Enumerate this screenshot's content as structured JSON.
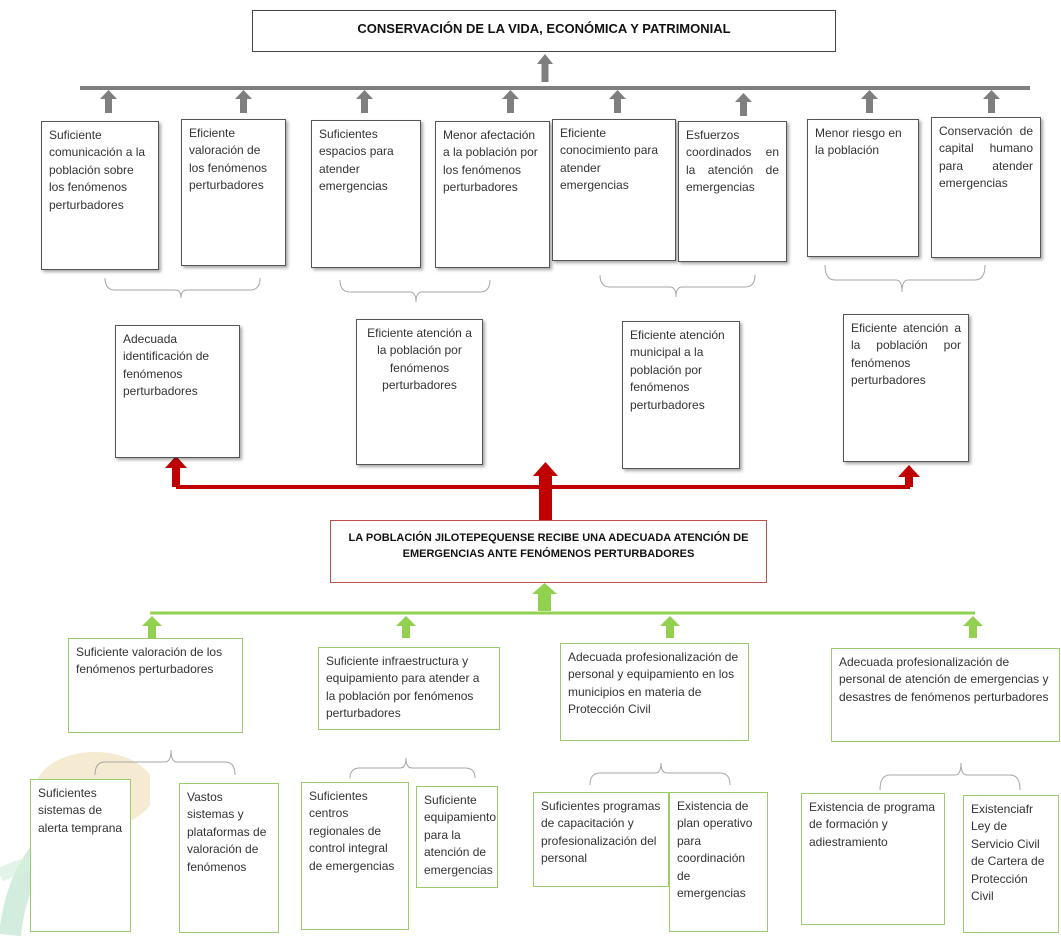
{
  "title": "CONSERVACIÓN DE LA VIDA, ECONÓMICA Y PATRIMONIAL",
  "effects": [
    "Suficiente comunicación a la población sobre los fenómenos perturbadores",
    "Eficiente valoración de los fenómenos perturbadores",
    "Suficientes espacios para atender emergencias",
    "Menor afectación a la población por los fenómenos perturbadores",
    "Eficiente conocimiento para atender emergencias",
    "Esfuerzos coordinados en la atención de emergencias",
    "Menor riesgo en la población",
    "Conservación de capital humano para atender emergencias"
  ],
  "mid_effects": [
    "Adecuada identificación de fenómenos perturbadores",
    "Eficiente atención a la población por fenómenos perturbadores",
    "Eficiente atención municipal a la población por fenómenos perturbadores",
    "Eficiente atención a la población por fenómenos perturbadores"
  ],
  "objective": "LA POBLACIÓN JILOTEPEQUENSE RECIBE UNA ADECUADA ATENCIÓN DE EMERGENCIAS ANTE FENÓMENOS PERTURBADORES",
  "components": [
    "Suficiente valoración de los fenómenos perturbadores",
    "Suficiente infraestructura y equipamiento para atender a la población por fenómenos perturbadores",
    "Adecuada profesionalización de personal y equipamiento en los municipios en materia de Protección Civil",
    "Adecuada profesionalización de personal de atención de emergencias y desastres de fenómenos perturbadores"
  ],
  "activities": [
    "Suficientes sistemas de alerta temprana",
    "Vastos sistemas y plataformas de valoración de fenómenos",
    "Suficientes centros regionales de control integral de emergencias",
    "Suficiente equipamiento para la atención de emergencias",
    "Suficientes programas de capacitación y profesionalización del personal",
    "Existencia de plan operativo para coordinación de emergencias",
    "Existencia de programa de formación y adiestramiento",
    "Existenciafr Ley de Servicio Civil de Cartera de Protección Civil"
  ],
  "colors": {
    "top_arrows": "#7f7f7f",
    "red_arrows": "#c00000",
    "green_arrows": "#92d050",
    "green_border": "#9acd6a"
  }
}
